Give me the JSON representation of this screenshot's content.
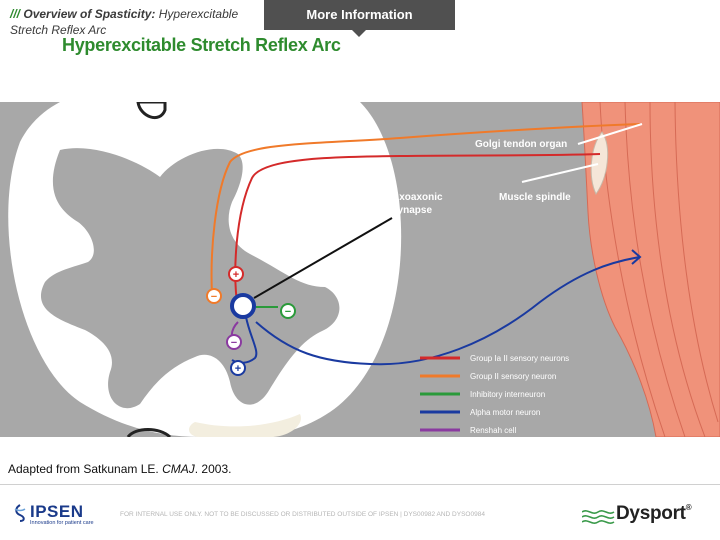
{
  "header": {
    "breadcrumb_slashes": "///",
    "breadcrumb_section": "Overview of Spasticity:",
    "breadcrumb_topic": "Hyperexcitable Stretch Reflex Arc",
    "more_info_label": "More Information",
    "title": "Hyperexcitable Stretch Reflex Arc"
  },
  "diagram": {
    "labels": {
      "golgi": "Golgi tendon organ",
      "spindle": "Muscle spindle",
      "axoaxonic_line1": "Axoaxonic",
      "axoaxonic_line2": "synapse"
    },
    "synapse_signs": {
      "plus_upper": "+",
      "minus_left": "−",
      "minus_right": "−",
      "minus_lower": "−",
      "plus_lower": "+"
    },
    "legend": [
      {
        "label": "Group Ia II sensory neurons",
        "color": "#d42a2a"
      },
      {
        "label": "Group II sensory neuron",
        "color": "#f07a2a"
      },
      {
        "label": "Inhibitory interneuron",
        "color": "#2a9a3a"
      },
      {
        "label": "Alpha motor neuron",
        "color": "#1a3aa0"
      },
      {
        "label": "Renshah cell",
        "color": "#8a3aa0"
      }
    ]
  },
  "citation": {
    "prefix": "Adapted from Satkunam LE.",
    "journal": "CMAJ",
    "suffix": ". 2003."
  },
  "footer": {
    "ipsen_word": "IPSEN",
    "ipsen_tagline": "Innovation for patient care",
    "disclaimer": "FOR INTERNAL USE ONLY. NOT TO BE DISCUSSED OR DISTRIBUTED OUTSIDE OF IPSEN | DYS00982 AND DYSO0984",
    "dysport_word": "Dysport",
    "dysport_reg": "®"
  }
}
